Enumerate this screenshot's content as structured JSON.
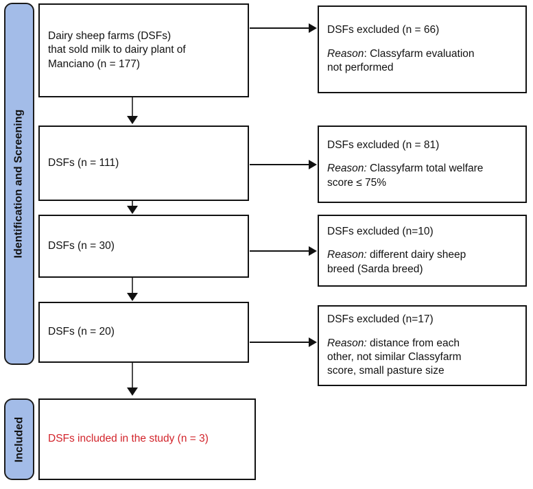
{
  "figure": {
    "type": "prisma-flow-diagram",
    "accent_blue": "#A3BCE8",
    "included_text_color": "#D2232A",
    "border_color": "#111111"
  },
  "phases": [
    {
      "id": "identification-screening",
      "label": "Identification and Screening"
    },
    {
      "id": "included",
      "label": "Included"
    }
  ],
  "flow": [
    {
      "id": "dsf-source",
      "lines": [
        "Dairy sheep farms (DSFs)",
        "that sold milk to dairy plant of",
        "Manciano (n = 177)"
      ]
    },
    {
      "id": "dsf-111",
      "lines": [
        "DSFs (n = 111)"
      ]
    },
    {
      "id": "dsf-30",
      "lines": [
        "DSFs (n = 30)"
      ]
    },
    {
      "id": "dsf-20",
      "lines": [
        "DSFs (n = 20)"
      ]
    }
  ],
  "included": {
    "id": "dsf-included",
    "text": "DSFs included in the study (n = 3)"
  },
  "exclusions": [
    {
      "id": "excluded-66",
      "title": "DSFs excluded (n = 66)",
      "reason_keyword": "Reason",
      "reason_separator": ": ",
      "reason_lines": [
        "Classyfarm evaluation",
        "not performed"
      ]
    },
    {
      "id": "excluded-81",
      "title": "DSFs excluded (n = 81)",
      "reason_keyword": "Reason:",
      "reason_separator": " ",
      "reason_lines": [
        "Classyfarm total welfare",
        "score ≤ 75%"
      ]
    },
    {
      "id": "excluded-10",
      "title": "DSFs excluded (n=10)",
      "reason_keyword": "Reason:",
      "reason_separator": " ",
      "reason_lines": [
        "different dairy sheep",
        "breed (Sarda breed)"
      ]
    },
    {
      "id": "excluded-17",
      "title": "DSFs excluded (n=17)",
      "reason_keyword": "Reason:",
      "reason_separator": " ",
      "reason_lines": [
        "distance from each",
        "other, not similar Classyfarm",
        "score, small pasture size"
      ]
    }
  ]
}
